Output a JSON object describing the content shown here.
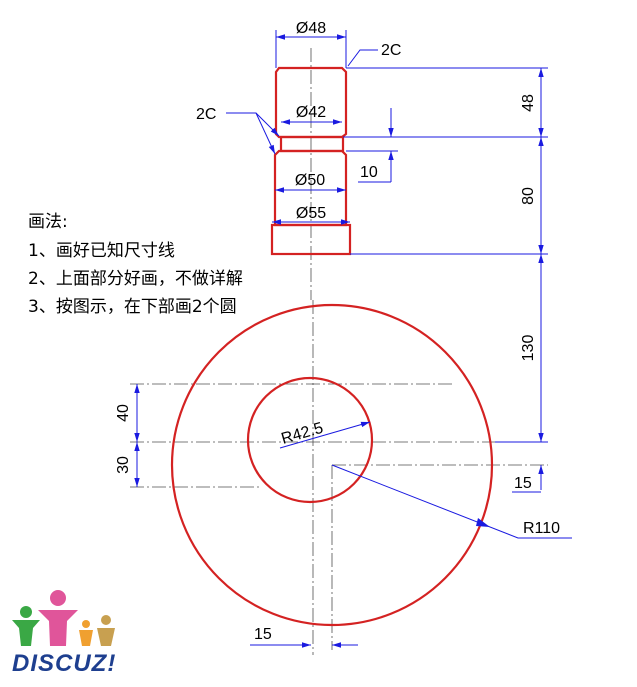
{
  "colors": {
    "outline": "#d42222",
    "dimension": "#1a1ae0",
    "centerline": "#505050",
    "text": "#000000"
  },
  "labels": {
    "dia48": "Ø48",
    "dia42": "Ø42",
    "dia50": "Ø50",
    "dia55": "Ø55",
    "chamfer_top": "2C",
    "chamfer_left": "2C",
    "dim48": "48",
    "dim10": "10",
    "dim80": "80",
    "dim130": "130",
    "dim40": "40",
    "dim30": "30",
    "dim15_right": "15",
    "dim15_bottom": "15",
    "r42_5": "R42.5",
    "r110": "R110"
  },
  "notes": {
    "title": "画法:",
    "step1": "1、画好已知尺寸线",
    "step2": "2、上面部分好画，不做详解",
    "step3": "3、按图示，在下部画2个圆"
  },
  "logo": {
    "text": "DISCUZ!",
    "icon": "family-figures-icon"
  }
}
